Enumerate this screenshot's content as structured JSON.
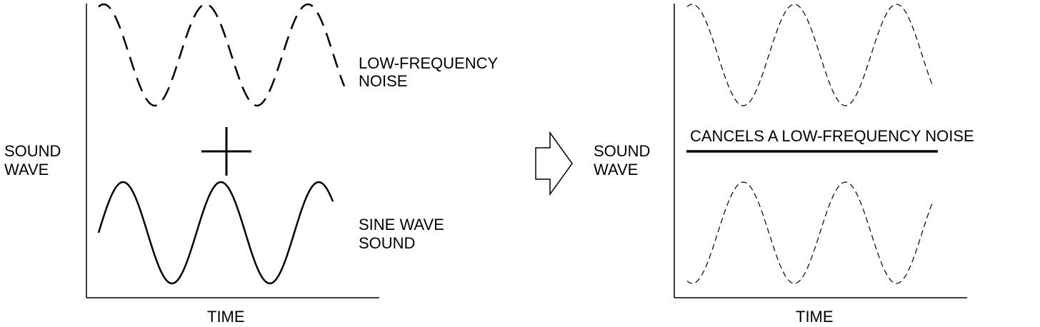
{
  "left_panel": {
    "y_axis_label": [
      "SOUND",
      "WAVE"
    ],
    "x_axis_label": "TIME",
    "top_wave_label": [
      "LOW-FREQUENCY",
      "NOISE"
    ],
    "bottom_wave_label": [
      "SINE WAVE",
      "SOUND"
    ],
    "operator_icon": "plus-icon"
  },
  "transition_icon": "right-arrow-icon",
  "right_panel": {
    "y_axis_label": [
      "SOUND",
      "WAVE"
    ],
    "x_axis_label": "TIME",
    "result_label": "CANCELS A LOW-FREQUENCY NOISE"
  },
  "colors": {
    "line": "#000000",
    "background": "#ffffff"
  }
}
